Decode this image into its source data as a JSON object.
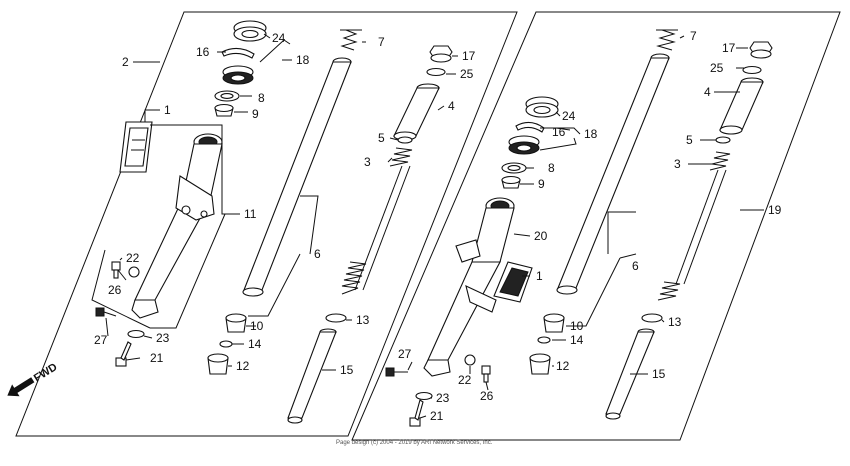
{
  "labels": {
    "l_1a": "1",
    "l_2": "2",
    "l_7a": "7",
    "l_16a": "16",
    "l_24a": "24",
    "l_18a": "18",
    "l_8a": "8",
    "l_9a": "9",
    "l_11": "11",
    "l_22a": "22",
    "l_26a": "26",
    "l_27a": "27",
    "l_23a": "23",
    "l_21a": "21",
    "l_6a": "6",
    "l_10a": "10",
    "l_14a": "14",
    "l_12a": "12",
    "l_17a": "17",
    "l_25a": "25",
    "l_4a": "4",
    "l_5a": "5",
    "l_3a": "3",
    "l_13a": "13",
    "l_15a": "15",
    "l_24b": "24",
    "l_16b": "16",
    "l_18b": "18",
    "l_8b": "8",
    "l_9b": "9",
    "l_20": "20",
    "l_1b": "1",
    "l_27b": "27",
    "l_22b": "22",
    "l_26b": "26",
    "l_23b": "23",
    "l_21b": "21",
    "l_6b": "6",
    "l_10b": "10",
    "l_14b": "14",
    "l_12b": "12",
    "l_7b": "7",
    "l_17b": "17",
    "l_25b": "25",
    "l_4b": "4",
    "l_5b": "5",
    "l_3b": "3",
    "l_19": "19",
    "l_13b": "13",
    "l_15b": "15"
  },
  "direction_label": "FWD",
  "footer_text": "Page design (c) 2004 - 2019 by ARI Network Services, Inc."
}
